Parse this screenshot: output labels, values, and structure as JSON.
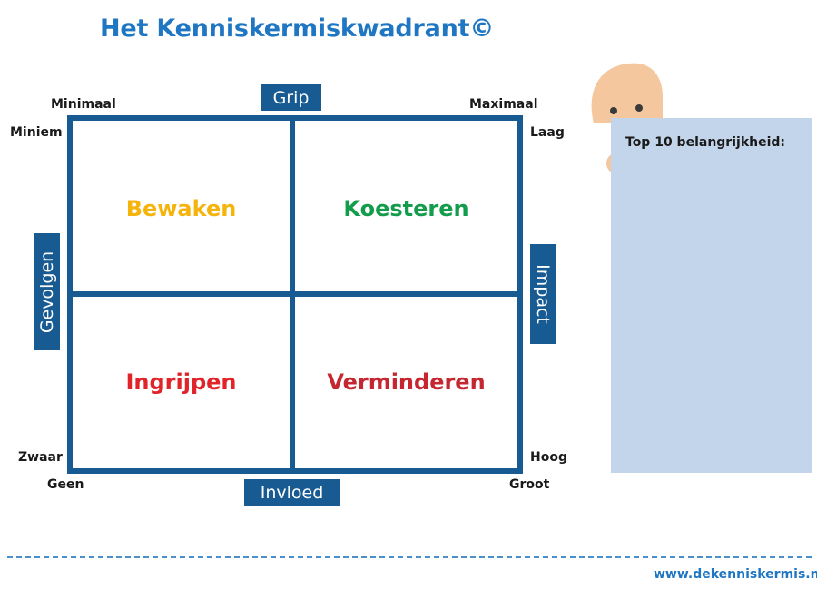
{
  "title": "Het Kenniskermiskwadrant©",
  "axes": {
    "top": "Grip",
    "bottom": "Invloed",
    "left": "Gevolgen",
    "right": "Impact"
  },
  "corner_labels": {
    "top_left_above": "Minimaal",
    "top_left_side": "Miniem",
    "top_right_above": "Maximaal",
    "top_right_side": "Laag",
    "bottom_left_side": "Zwaar",
    "bottom_left_below": "Geen",
    "bottom_right_side": "Hoog",
    "bottom_right_below": "Groot"
  },
  "quadrants": {
    "top_left": {
      "label": "Bewaken",
      "color": "#f5b40c"
    },
    "top_right": {
      "label": "Koesteren",
      "color": "#129c4c"
    },
    "bottom_left": {
      "label": "Ingrijpen",
      "color": "#e0242a"
    },
    "bottom_right": {
      "label": "Verminderen",
      "color": "#c42730"
    }
  },
  "panel": {
    "title": "Top 10 belangrijkheid:"
  },
  "footer": {
    "url": "www.dekenniskermis.nl"
  },
  "colors": {
    "brand_blue": "#1f77c4",
    "grid_blue": "#185b92",
    "panel_blue": "#c3d5ea",
    "skin": "#f4c79e"
  }
}
